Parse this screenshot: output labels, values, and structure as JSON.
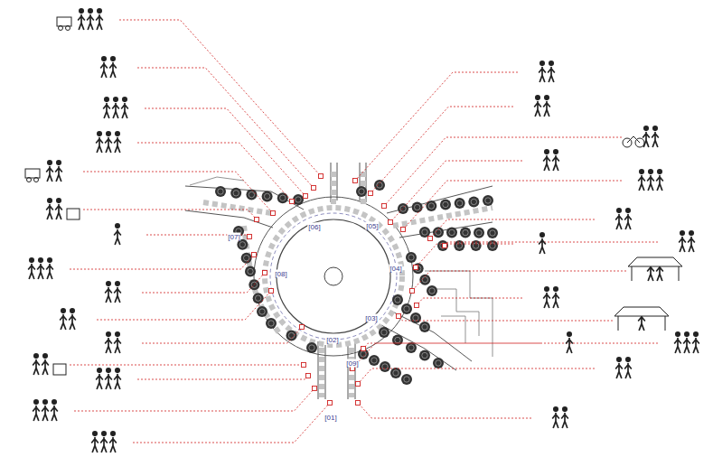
{
  "diagram": {
    "labels": [
      "[01]",
      "[02]",
      "[03]",
      "[04]",
      "[05]",
      "[06]",
      "[07]",
      "[08]",
      "[09]"
    ]
  }
}
